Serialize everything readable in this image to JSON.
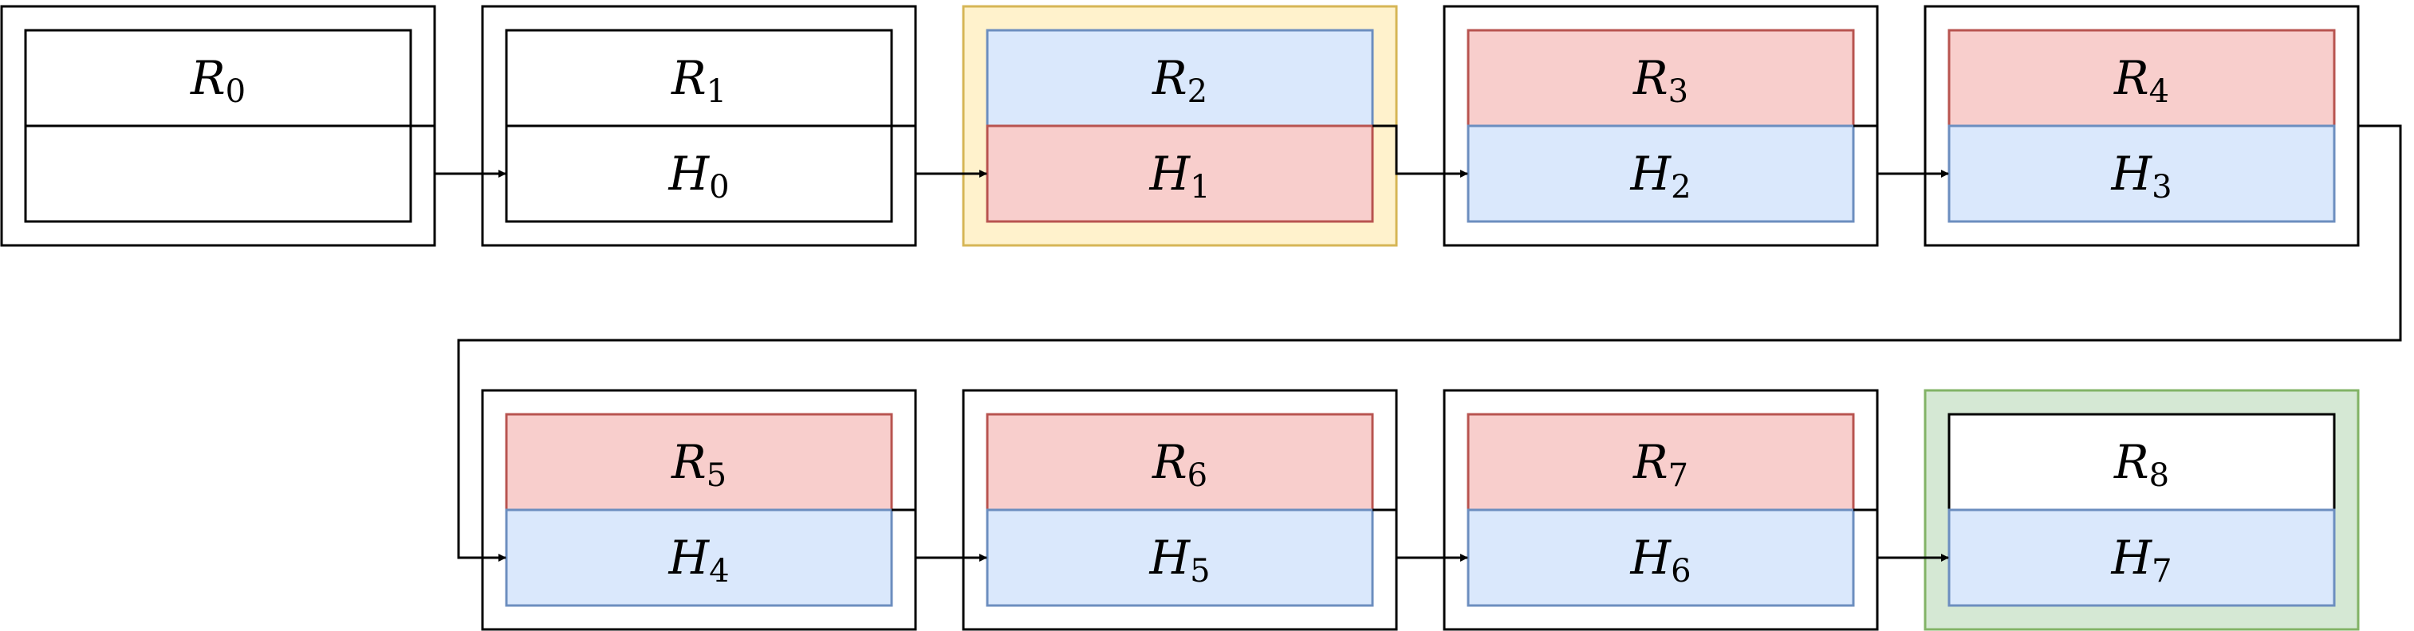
{
  "colors": {
    "stroke": "#000000",
    "white": "#ffffff",
    "blue_fill": "#dae8fc",
    "blue_stroke": "#6c8ebf",
    "red_fill": "#f8cecc",
    "red_stroke": "#b85450",
    "yellow_fill": "#fff2cc",
    "yellow_stroke": "#d6b656",
    "green_fill": "#d5e8d4",
    "green_stroke": "#82b366"
  },
  "blocks": [
    {
      "id": 0,
      "outer": "plain",
      "top": {
        "var": "R",
        "idx": "0",
        "color": "white"
      },
      "bottom": {
        "var": "",
        "idx": "",
        "color": "white"
      }
    },
    {
      "id": 1,
      "outer": "plain",
      "top": {
        "var": "R",
        "idx": "1",
        "color": "white"
      },
      "bottom": {
        "var": "H",
        "idx": "0",
        "color": "white"
      }
    },
    {
      "id": 2,
      "outer": "yellow",
      "top": {
        "var": "R",
        "idx": "2",
        "color": "blue"
      },
      "bottom": {
        "var": "H",
        "idx": "1",
        "color": "red"
      }
    },
    {
      "id": 3,
      "outer": "plain",
      "top": {
        "var": "R",
        "idx": "3",
        "color": "red"
      },
      "bottom": {
        "var": "H",
        "idx": "2",
        "color": "blue"
      }
    },
    {
      "id": 4,
      "outer": "plain",
      "top": {
        "var": "R",
        "idx": "4",
        "color": "red"
      },
      "bottom": {
        "var": "H",
        "idx": "3",
        "color": "blue"
      }
    },
    {
      "id": 5,
      "outer": "plain",
      "top": {
        "var": "R",
        "idx": "5",
        "color": "red"
      },
      "bottom": {
        "var": "H",
        "idx": "4",
        "color": "blue"
      }
    },
    {
      "id": 6,
      "outer": "plain",
      "top": {
        "var": "R",
        "idx": "6",
        "color": "red"
      },
      "bottom": {
        "var": "H",
        "idx": "5",
        "color": "blue"
      }
    },
    {
      "id": 7,
      "outer": "plain",
      "top": {
        "var": "R",
        "idx": "7",
        "color": "red"
      },
      "bottom": {
        "var": "H",
        "idx": "6",
        "color": "blue"
      }
    },
    {
      "id": 8,
      "outer": "green",
      "top": {
        "var": "R",
        "idx": "8",
        "color": "white"
      },
      "bottom": {
        "var": "H",
        "idx": "7",
        "color": "blue"
      }
    }
  ]
}
